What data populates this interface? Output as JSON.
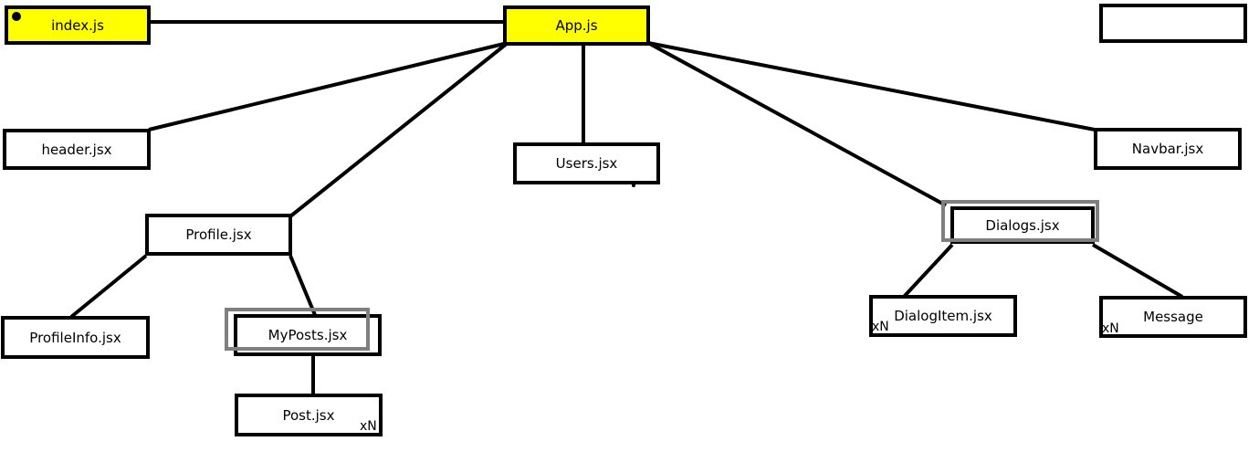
{
  "nodes": {
    "index": "index.js",
    "app": "App.js",
    "empty": "",
    "header": "header.jsx",
    "users": "Users.jsx",
    "navbar": "Navbar.jsx",
    "profile": "Profile.jsx",
    "dialogs": "Dialogs.jsx",
    "profileinfo": "ProfileInfo.jsx",
    "myposts": "MyPosts.jsx",
    "post": "Post.jsx",
    "dialogitem": "DialogItem.jsx",
    "message": "Message"
  },
  "multiplicity": {
    "post": "xN",
    "dialogitem": "xN",
    "message": "xN"
  },
  "colors": {
    "highlight": "#ffff00",
    "line": "#000000",
    "frame": "#7f7f7f"
  }
}
